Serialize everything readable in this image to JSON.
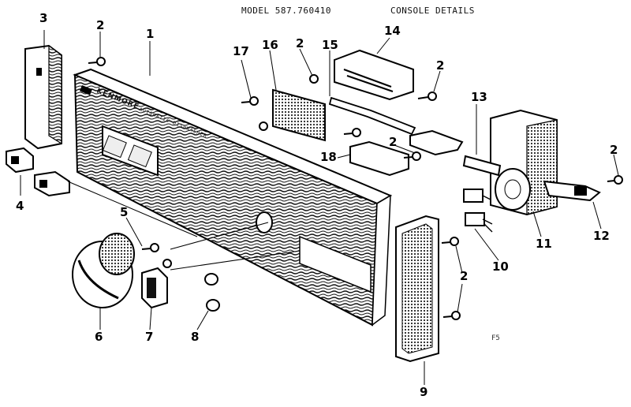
{
  "header": {
    "model": "MODEL 587.760410",
    "title": "CONSOLE DETAILS"
  },
  "panel": {
    "brand": "KENMORE",
    "subtitle": "AUTOMATIC DISHWASHER"
  },
  "labels": [
    "1",
    "2",
    "2",
    "2",
    "2",
    "2",
    "2",
    "3",
    "4",
    "5",
    "6",
    "7",
    "8",
    "9",
    "10",
    "11",
    "12",
    "13",
    "14",
    "15",
    "16",
    "17",
    "18"
  ],
  "footnote": "F5"
}
